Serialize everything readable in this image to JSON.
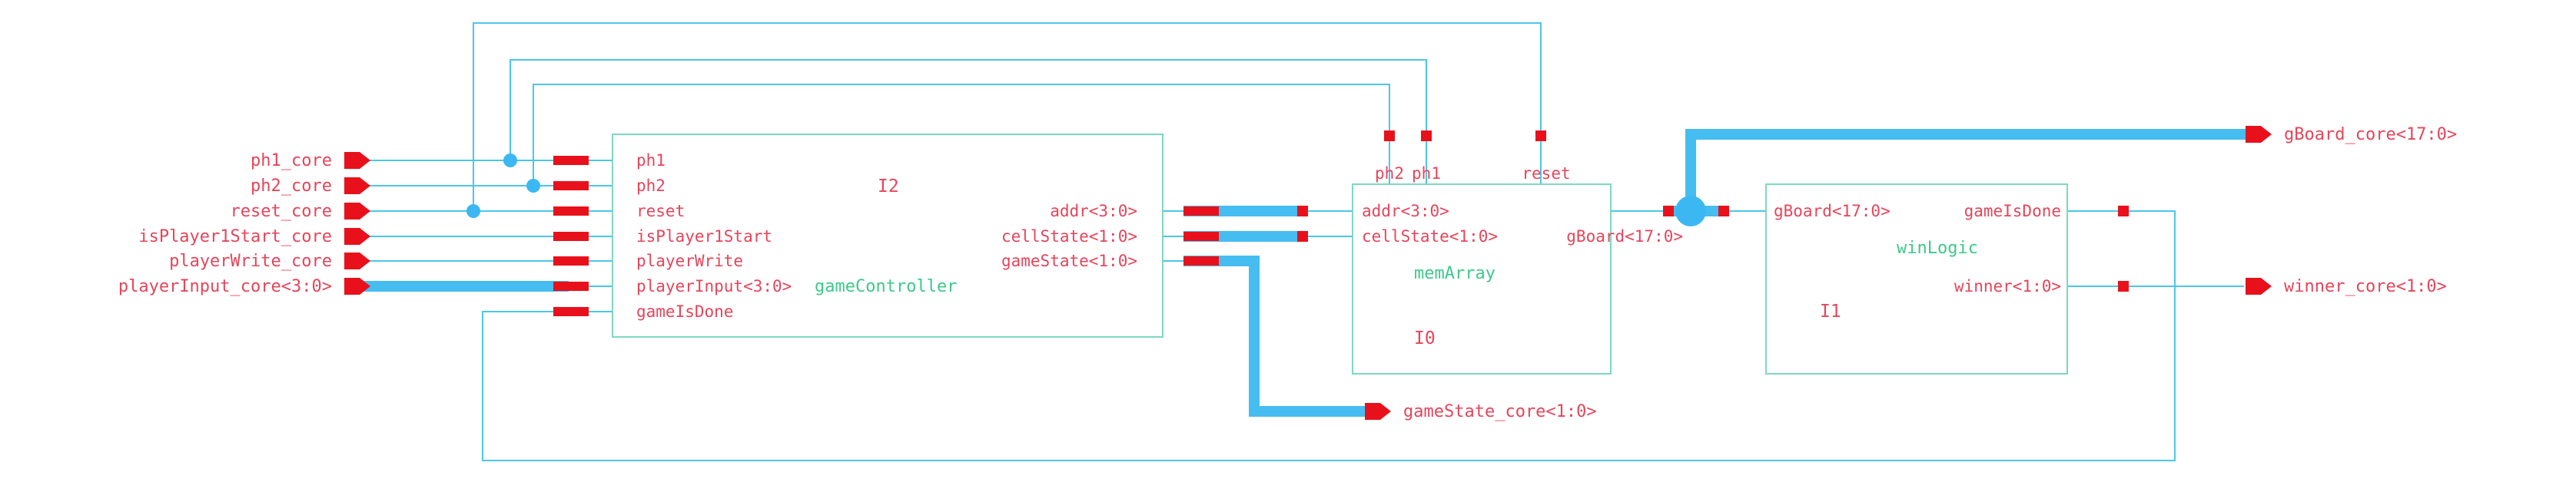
{
  "colors": {
    "wire": "#4cc6ea",
    "bus": "#46bdf0",
    "block": "#7cd9c0",
    "label": "#e6455a",
    "pin": "#e8111b",
    "cell_name": "#3ec98a"
  },
  "ports": {
    "ph1_core": "ph1_core",
    "ph2_core": "ph2_core",
    "reset_core": "reset_core",
    "isPlayer1Start_core": "isPlayer1Start_core",
    "playerWrite_core": "playerWrite_core",
    "playerInput_core": "playerInput_core<3:0>",
    "gameState_core": "gameState_core<1:0>",
    "gBoard_core": "gBoard_core<17:0>",
    "winner_core": "winner_core<1:0>"
  },
  "gameController": {
    "instance": "I2",
    "cell": "gameController",
    "pins_left": [
      "ph1",
      "ph2",
      "reset",
      "isPlayer1Start",
      "playerWrite",
      "playerInput<3:0>",
      "gameIsDone"
    ],
    "pins_right": [
      "addr<3:0>",
      "cellState<1:0>",
      "gameState<1:0>"
    ]
  },
  "memArray": {
    "instance": "I0",
    "cell": "memArray",
    "pins_top": [
      "ph2",
      "ph1",
      "reset"
    ],
    "pins_left": [
      "addr<3:0>",
      "cellState<1:0>"
    ],
    "pins_right": [
      "gBoard<17:0>"
    ]
  },
  "winLogic": {
    "instance": "I1",
    "cell": "winLogic",
    "pins_left": [
      "gBoard<17:0>"
    ],
    "pins_right": [
      "gameIsDone",
      "winner<1:0>"
    ]
  }
}
